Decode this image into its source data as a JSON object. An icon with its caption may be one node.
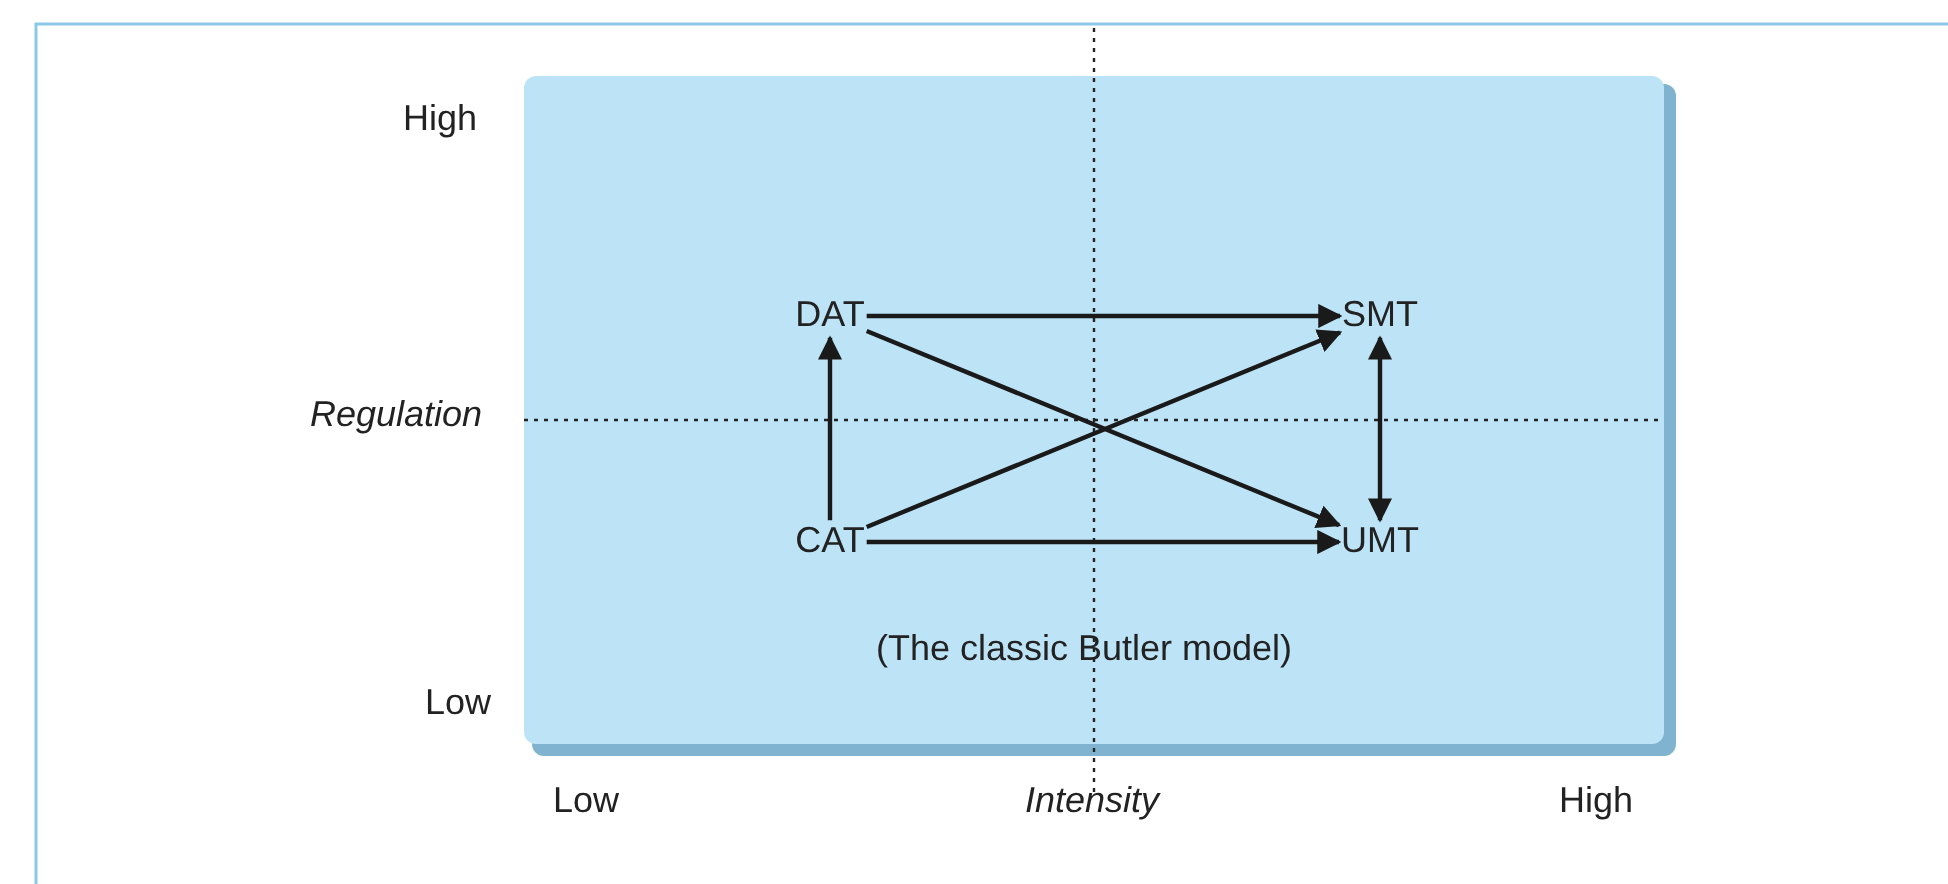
{
  "diagram": {
    "nodes": [
      {
        "text": [
          "DAT"
        ]
      },
      {
        "text": [
          "SMT"
        ]
      },
      {
        "text": [
          "CAT"
        ]
      },
      {
        "text": [
          "UMT"
        ]
      }
    ],
    "edges": [
      {
        "from": 2,
        "to": 0,
        "arrow": "to"
      },
      {
        "from": 0,
        "to": 1,
        "arrow": "to"
      },
      {
        "from": 0,
        "to": 3,
        "arrow": "to"
      },
      {
        "from": 2,
        "to": 1,
        "arrow": "to"
      },
      {
        "from": 2,
        "to": 3,
        "arrow": "to"
      },
      {
        "from": 1,
        "to": 3,
        "arrow": "both"
      }
    ],
    "labels": [
      "High",
      "Regulation",
      "Low",
      "(The classic Butler model)",
      "Low",
      "Intensity",
      "High"
    ]
  }
}
